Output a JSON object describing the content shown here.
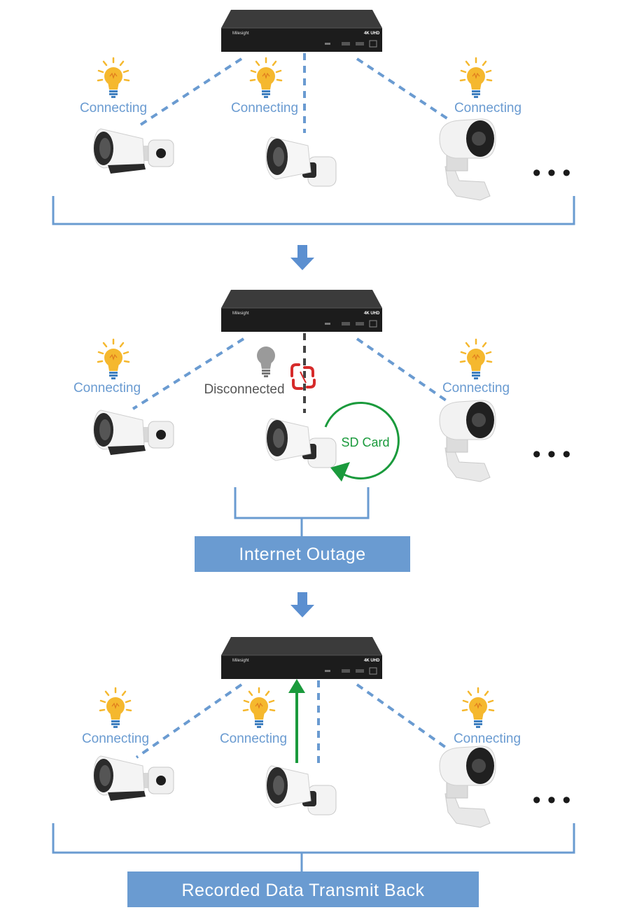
{
  "nvr": {
    "brand": "Milesight",
    "badge": "4K UHD"
  },
  "sections": [
    {
      "cameras": [
        {
          "status": "Connecting"
        },
        {
          "status": "Connecting"
        },
        {
          "status": "Connecting"
        }
      ]
    },
    {
      "cameras": [
        {
          "status": "Connecting"
        },
        {
          "status": "Disconnected"
        },
        {
          "status": "Connecting"
        }
      ],
      "storage_label": "SD Card",
      "box_label": "Internet Outage"
    },
    {
      "cameras": [
        {
          "status": "Connecting"
        },
        {
          "status": "Connecting"
        },
        {
          "status": "Connecting"
        }
      ],
      "box_label": "Recorded Data Transmit Back"
    }
  ],
  "more_indicator": "• • •",
  "colors": {
    "link_blue": "#6a9bd1",
    "box_blue": "#6a9bd1",
    "bulb_on": "#f5b82e",
    "bulb_off": "#9a9a9a",
    "sd_green": "#1a9a3c",
    "broken_red": "#d62b2b"
  },
  "icons": [
    "nvr-icon",
    "lightbulb-on-icon",
    "lightbulb-off-icon",
    "broken-link-icon",
    "bullet-camera-icon",
    "mini-bullet-camera-icon",
    "ptz-camera-icon",
    "arrow-down-icon",
    "loop-arrow-icon",
    "upload-arrow-icon"
  ]
}
